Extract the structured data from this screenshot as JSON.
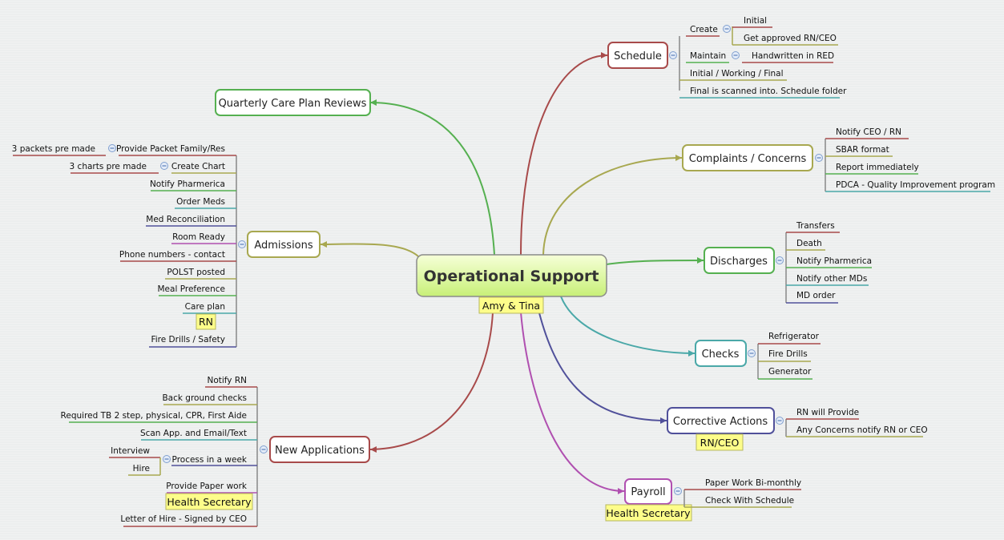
{
  "root": {
    "title": "Operational Support",
    "note": "Amy & Tina"
  },
  "colors": {
    "red": "#a84a4a",
    "olive": "#a8a850",
    "green": "#55b050",
    "teal": "#4aa8a8",
    "indigo": "#50509a",
    "magenta": "#b050b0",
    "note": "#fdfd8a"
  },
  "topics": {
    "schedule": "Schedule",
    "complaints": "Complaints / Concerns",
    "discharges": "Discharges",
    "checks": "Checks",
    "corrective": "Corrective Actions",
    "corrective_note": "RN/CEO",
    "payroll": "Payroll",
    "payroll_note": "Health Secretary",
    "new_apps": "New Applications",
    "admissions": "Admissions",
    "quarterly": "Quarterly Care Plan Reviews"
  },
  "schedule": {
    "create": "Create",
    "initial": "Initial",
    "approved": "Get approved RN/CEO",
    "maintain": "Maintain",
    "handwritten": "Handwritten in RED",
    "iwf": "Initial / Working / Final",
    "final": "Final is scanned into. Schedule folder"
  },
  "complaints": [
    "Notify CEO / RN",
    "SBAR format",
    "Report immediately",
    "PDCA - Quality Improvement program"
  ],
  "discharges": [
    "Transfers",
    "Death",
    "Notify Pharmerica",
    "Notify other MDs",
    "MD order"
  ],
  "checks": [
    "Refrigerator",
    "Fire Drills",
    "Generator"
  ],
  "corrective": [
    "RN will Provide",
    "Any Concerns notify RN or CEO"
  ],
  "payroll": [
    "Paper Work Bi-monthly",
    "Check With Schedule"
  ],
  "admissions": {
    "packet": "Provide Packet Family/Res",
    "packet_sub": "3 packets pre made",
    "chart": "Create Chart",
    "chart_sub": "3 charts pre made",
    "notify": "Notify Pharmerica",
    "meds": "Order Meds",
    "recon": "Med Reconciliation",
    "room": "Room Ready",
    "phone": "Phone numbers - contact",
    "polst": "POLST posted",
    "meal": "Meal Preference",
    "careplan": "Care plan",
    "careplan_note": "RN",
    "fire": "Fire Drills / Safety"
  },
  "new_apps": {
    "notify": "Notify RN",
    "background": "Back ground checks",
    "tb": "Required TB 2 step, physical, CPR, First Aide",
    "scan": "Scan App. and Email/Text",
    "process": "Process in a week",
    "interview": "Interview",
    "hire": "Hire",
    "paper": "Provide Paper work",
    "paper_note": "Health Secretary",
    "letter": "Letter of Hire - Signed by CEO"
  }
}
